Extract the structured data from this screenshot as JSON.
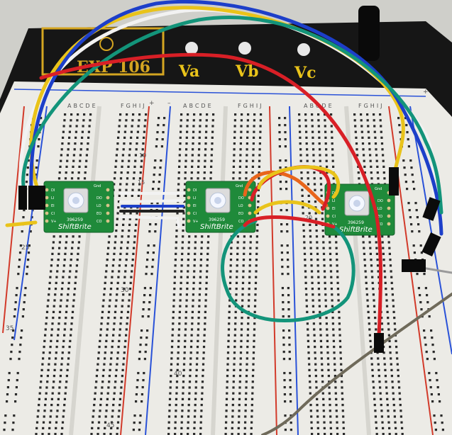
{
  "baseplate": {
    "brand": "EXP 106",
    "posts": [
      "Va",
      "Vb",
      "Vc"
    ]
  },
  "breadboard": {
    "column_letters_left": "ABCDE",
    "column_letters_right": "FGHIJ",
    "row_numbers": [
      "10",
      "15",
      "20",
      "25",
      "30",
      "35",
      "40",
      "45"
    ],
    "rail_plus": "+",
    "rail_minus": "–"
  },
  "modules": [
    {
      "brand": "ShiftBrite",
      "code": "396259",
      "pins_left": [
        "DI",
        "LI",
        "EI",
        "CI",
        "V+"
      ],
      "pin_top": "Gnd",
      "pins_right": [
        "DO",
        "LO",
        "EO",
        "CO"
      ]
    },
    {
      "brand": "ShiftBrite",
      "code": "396259",
      "pins_left": [
        "DI",
        "LI",
        "EI",
        "CI",
        "V+"
      ],
      "pin_top": "Gnd",
      "pins_right": [
        "DO",
        "LO",
        "EO",
        "CO"
      ]
    },
    {
      "brand": "ShiftBrite",
      "code": "396259",
      "pins_left": [
        "DI",
        "LI",
        "EI",
        "CI",
        "V+"
      ],
      "pin_top": "Gnd",
      "pins_right": [
        "DO",
        "LO",
        "EO",
        "CO"
      ]
    }
  ],
  "colors": {
    "board": "#ecebe6",
    "baseplate": "#161616",
    "plate_gold": "#d4a521",
    "pcb": "#1f8a3a",
    "wire_red": "#d81f26",
    "wire_yellow": "#e9c31a",
    "wire_blue": "#1d3fc9",
    "wire_green": "#13947a",
    "wire_white": "#f2f2f2",
    "wire_orange": "#e8651b"
  }
}
